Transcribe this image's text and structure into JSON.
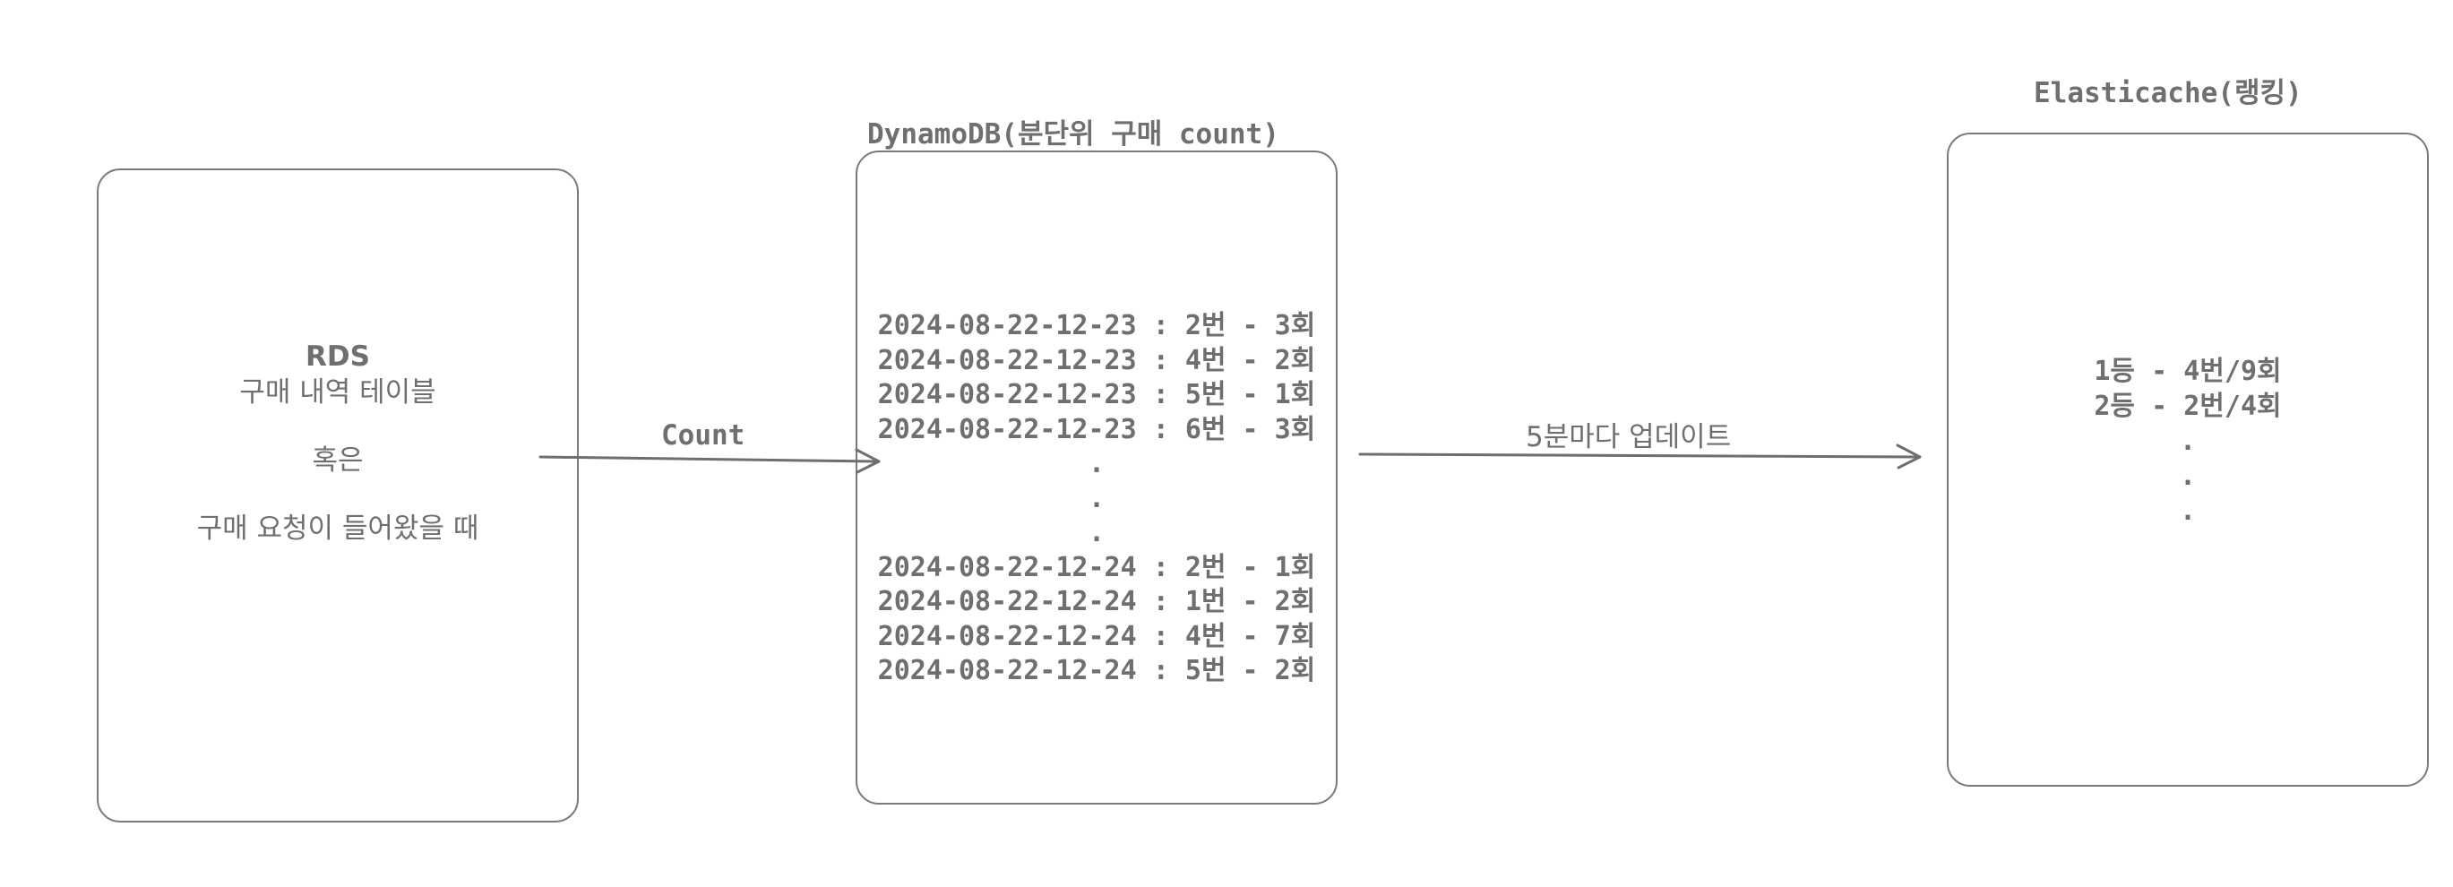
{
  "rds": {
    "title": "RDS",
    "line1": "구매 내역 테이블",
    "line2": "혹은",
    "line3": "구매 요청이 들어왔을 때"
  },
  "dynamo": {
    "title": "DynamoDB(분단위 구매 count)",
    "entries": [
      "2024-08-22-12-23 : 2번 - 3회",
      "2024-08-22-12-23 : 4번 - 2회",
      "2024-08-22-12-23 : 5번 - 1회",
      "2024-08-22-12-23 : 6번 - 3회",
      ".",
      ".",
      ".",
      "2024-08-22-12-24 : 2번 - 1회",
      "2024-08-22-12-24 : 1번 - 2회",
      "2024-08-22-12-24 : 4번 - 7회",
      "2024-08-22-12-24 : 5번 - 2회"
    ]
  },
  "cache": {
    "title": "Elasticache(랭킹)",
    "entries": [
      "1등 - 4번/9회",
      "2등 - 2번/4회",
      ".",
      ".",
      "."
    ]
  },
  "arrows": {
    "count_label": "Count",
    "update_label": "5분마다 업데이트"
  },
  "colors": {
    "stroke": "#7a7a7a",
    "text": "#6f6f6f"
  }
}
